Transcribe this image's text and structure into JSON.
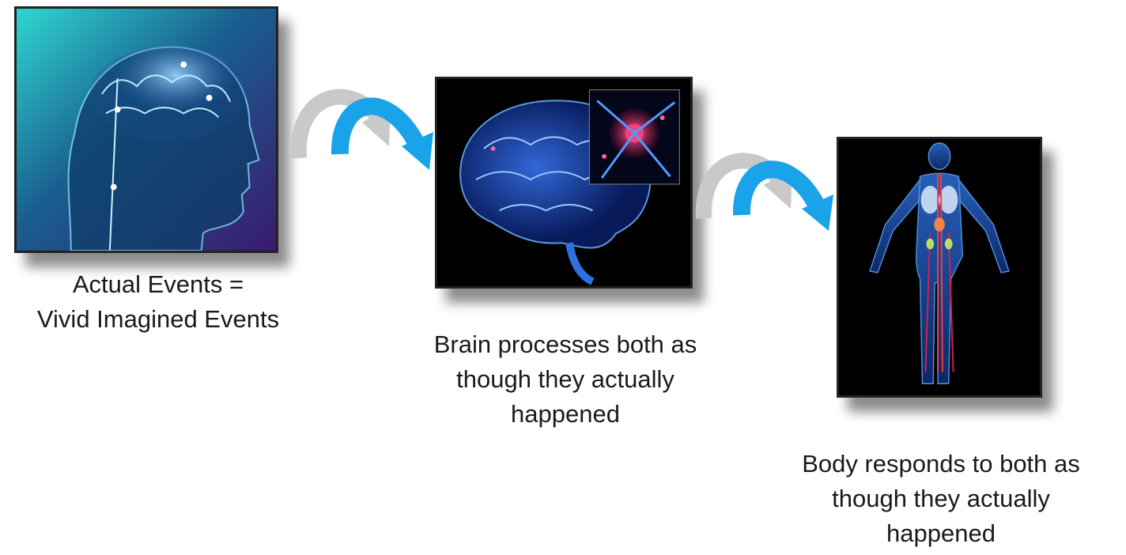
{
  "steps": [
    {
      "caption": "Actual Events =\nVivid Imagined Events",
      "image": "head-brain-scan-image"
    },
    {
      "caption": "Brain processes both as\nthough they actually\nhappened",
      "image": "brain-neuron-image"
    },
    {
      "caption": "Body responds to both as\nthough they actually\nhappened",
      "image": "body-anatomy-image"
    }
  ],
  "colors": {
    "arrow_front": "#1aa3e8",
    "arrow_back": "#c9c9c9",
    "text": "#1a1a1a"
  }
}
